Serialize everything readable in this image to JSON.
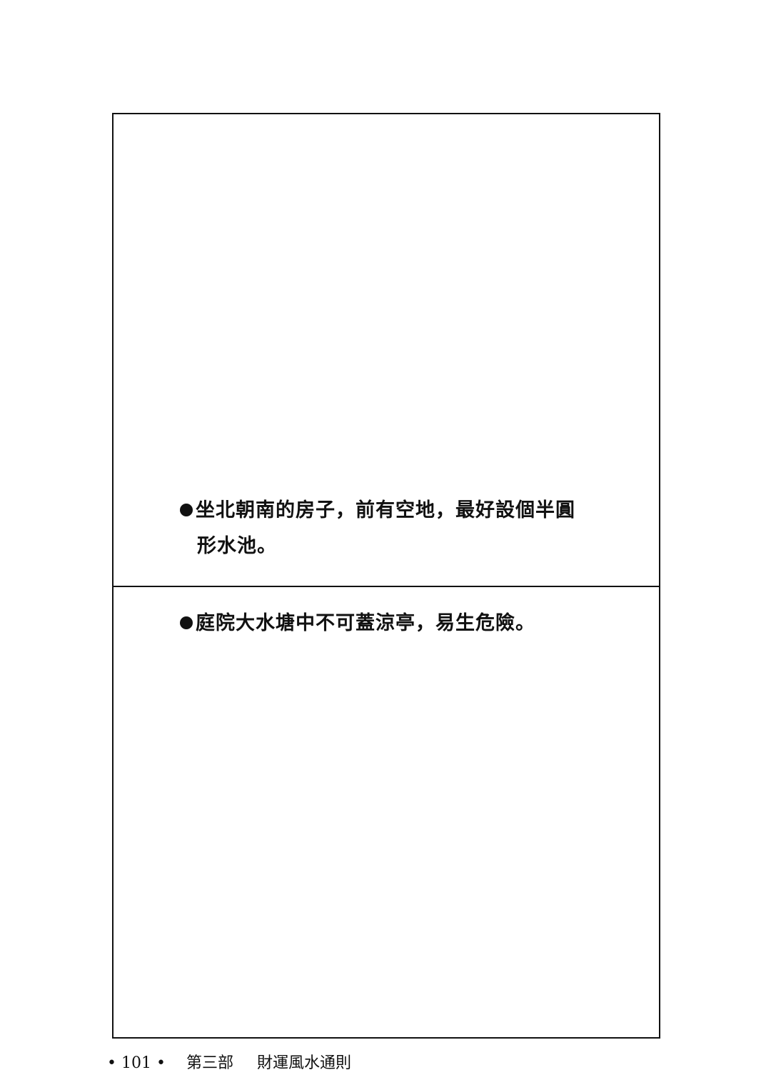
{
  "captions": {
    "top_line1": "坐北朝南的房子，前有空地，最好設個半圓",
    "top_line2": "形水池。",
    "bottom": "庭院大水塘中不可蓋涼亭，易生危險。"
  },
  "footer": {
    "page_number": "• 101 •",
    "part": "第三部",
    "chapter": "財運風水通則"
  },
  "icons": {
    "bullet": "filled-circle-icon"
  },
  "colors": {
    "ink": "#111111",
    "paper": "#ffffff",
    "screen_tone": "#8a8a8a"
  }
}
